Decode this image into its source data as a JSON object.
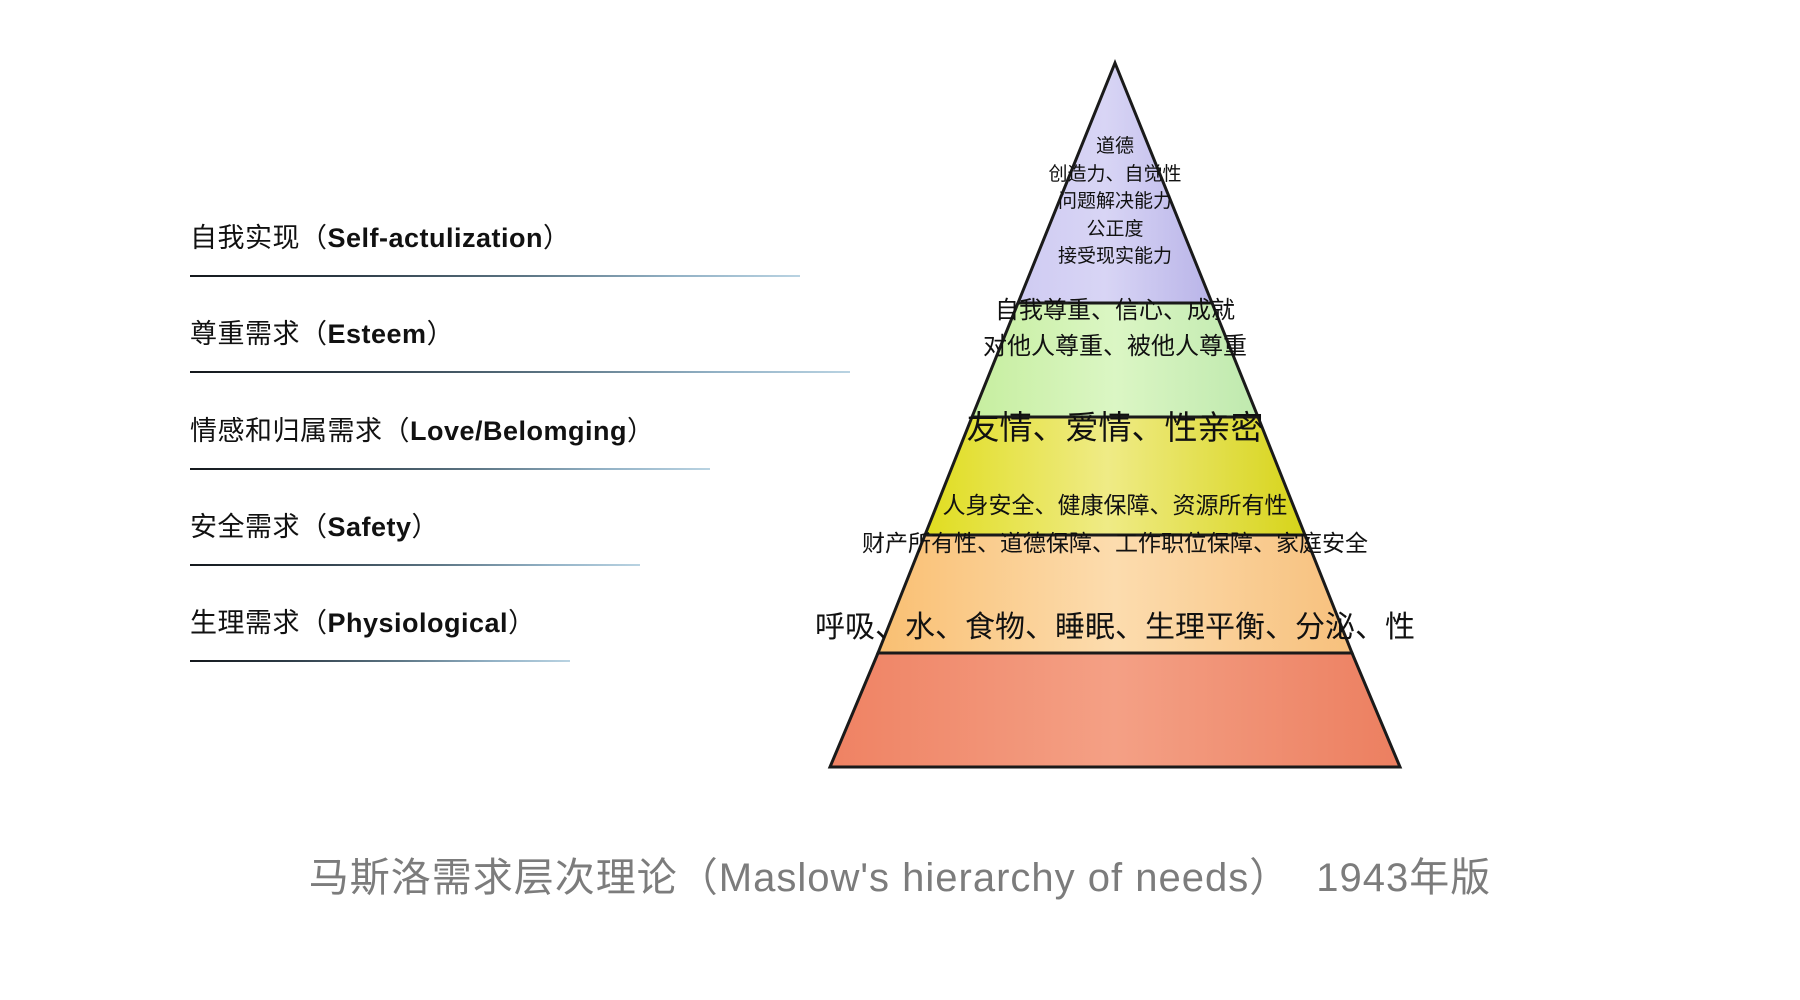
{
  "diagram": {
    "caption_main": "马斯洛需求层次理论（Maslow's hierarchy of needs）",
    "caption_year": "1943年版"
  },
  "levels": [
    {
      "key": "self_actualization",
      "label_cn": "自我实现",
      "label_en": "Self-actulization",
      "label_full": "自我实现（Self-actulization）",
      "color": "#c9c5ef",
      "lines": [
        "道德",
        "创造力、自觉性",
        "问题解决能力",
        "公正度",
        "接受现实能力"
      ]
    },
    {
      "key": "esteem",
      "label_cn": "尊重需求",
      "label_en": "Esteem",
      "label_full": "尊重需求（Esteem）",
      "color": "#c9efab",
      "lines": [
        "自我尊重、信心、成就",
        "对他人尊重、被他人尊重"
      ]
    },
    {
      "key": "love_belonging",
      "label_cn": "情感和归属需求",
      "label_en": "Love/Belomging",
      "label_full": "情感和归属需求（Love/Belomging）",
      "color": "#e4e231",
      "lines": [
        "友情、爱情、性亲密"
      ]
    },
    {
      "key": "safety",
      "label_cn": "安全需求",
      "label_en": "Safety",
      "label_full": "安全需求（Safety）",
      "color": "#f8c07a",
      "lines": [
        "人身安全、健康保障、资源所有性",
        "财产所有性、道德保障、工作职位保障、家庭安全"
      ]
    },
    {
      "key": "physiological",
      "label_cn": "生理需求",
      "label_en": "Physiological",
      "label_full": "生理需求（Physiological）",
      "color": "#ef8263",
      "lines": [
        "呼吸、水、食物、睡眠、生理平衡、分泌、性"
      ]
    }
  ],
  "chart_data": {
    "type": "pyramid",
    "title": "马斯洛需求层次理论（Maslow's hierarchy of needs）　1943年版",
    "orientation": "apex-up",
    "tier_count": 5,
    "tiers": [
      {
        "rank": 5,
        "name_cn": "自我实现",
        "name_en": "Self-actulization",
        "color": "#c9c5ef",
        "items": [
          "道德",
          "创造力、自觉性",
          "问题解决能力",
          "公正度",
          "接受现实能力"
        ]
      },
      {
        "rank": 4,
        "name_cn": "尊重需求",
        "name_en": "Esteem",
        "color": "#c9efab",
        "items": [
          "自我尊重、信心、成就",
          "对他人尊重、被他人尊重"
        ]
      },
      {
        "rank": 3,
        "name_cn": "情感和归属需求",
        "name_en": "Love/Belomging",
        "color": "#e4e231",
        "items": [
          "友情、爱情、性亲密"
        ]
      },
      {
        "rank": 2,
        "name_cn": "安全需求",
        "name_en": "Safety",
        "color": "#f8c07a",
        "items": [
          "人身安全、健康保障、资源所有性",
          "财产所有性、道德保障、工作职位保障、家庭安全"
        ]
      },
      {
        "rank": 1,
        "name_cn": "生理需求",
        "name_en": "Physiological",
        "color": "#ef8263",
        "items": [
          "呼吸、水、食物、睡眠、生理平衡、分泌、性"
        ]
      }
    ],
    "legend": [
      "自我实现（Self-actulization）",
      "尊重需求（Esteem）",
      "情感和归属需求（Love/Belomging）",
      "安全需求（Safety）",
      "生理需求（Physiological）"
    ],
    "xlabel": "",
    "ylabel": "",
    "grid": false,
    "legend_position": "left"
  }
}
